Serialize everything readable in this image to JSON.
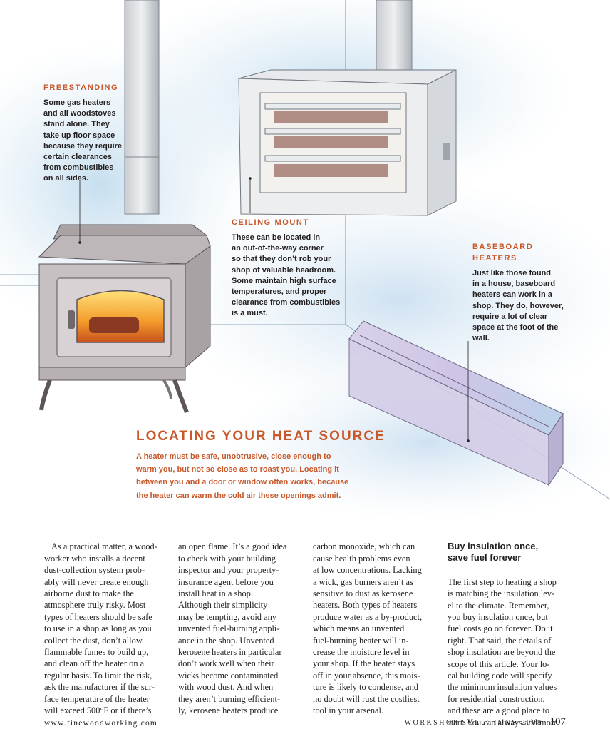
{
  "callouts": {
    "freestanding": {
      "label": "FREESTANDING",
      "body": "Some gas heaters\nand all woodstoves\nstand alone. They\ntake up floor space\nbecause they require\ncertain clearances\nfrom combustibles\non all sides."
    },
    "ceiling": {
      "label": "CEILING MOUNT",
      "body": "These can be located in\nan out-of-the-way corner\nso that they don’t rob your\nshop of valuable headroom.\nSome maintain high surface\ntemperatures, and proper\nclearance from combustibles\nis a must."
    },
    "baseboard": {
      "label": "BASEBOARD\nHEATERS",
      "body": "Just like those found\nin a house, baseboard\nheaters can work in a\nshop. They do, however,\nrequire a lot of clear\nspace at the foot of the\nwall."
    }
  },
  "feature": {
    "title": "LOCATING YOUR HEAT SOURCE",
    "deck": "A heater must be safe, unobtrusive, close enough to\nwarm you, but not so close as to roast you. Locating it\nbetween you and a door or window often works, because\nthe heater can warm the cold air these openings admit."
  },
  "columns": {
    "col1": "As a practical matter, a wood-\nworker who installs a decent\ndust-collection system prob-\nably will never create enough\nairborne dust to make the\natmosphere truly risky. Most\ntypes of heaters should be safe\nto use in a shop as long as you\ncollect the dust, don’t allow\nflammable fumes to build up,\nand clean off the heater on a\nregular basis. To limit the risk,\nask the manufacturer if the sur-\nface temperature of the heater\nwill exceed 500°F or if there’s",
    "col2": "an open flame. It’s a good idea\nto check with your building\ninspector and your property-\ninsurance agent before you\ninstall heat in a shop.\n   Although their simplicity\nmay be tempting, avoid any\nunvented fuel-burning appli-\nance in the shop. Unvented\nkerosene heaters in particular\ndon’t work well when their\nwicks become contaminated\nwith wood dust. And when\nthey aren’t burning efficient-\nly, kerosene heaters produce",
    "col3": "carbon monoxide, which can\ncause health problems even\nat low concentrations. Lacking\na wick, gas burners aren’t as\nsensitive to dust as kerosene\nheaters. Both types of heaters\nproduce water as a by-product,\nwhich means an unvented\nfuel-burning heater will in-\ncrease the moisture level in\nyour shop. If the heater stays\noff in your absence, this mois-\nture is likely to condense, and\nno doubt will rust the costliest\ntool in your arsenal.",
    "col4_head": "Buy insulation once,\nsave fuel forever",
    "col4": "The first step to heating a shop\nis matching the insulation lev-\nel to the climate. Remember,\nyou buy insulation once, but\nfuel costs go on forever. Do it\nright. That said, the details of\nshop insulation are beyond the\nscope of this article. Your lo-\ncal building code will specify\nthe minimum insulation values\nfor residential construction,\nand these are a good place to\nstart. You can always add more"
  },
  "footer": {
    "url": "www.finewoodworking.com",
    "section": "WORKSHOP SOLUTIONS 2008",
    "page": "107"
  }
}
